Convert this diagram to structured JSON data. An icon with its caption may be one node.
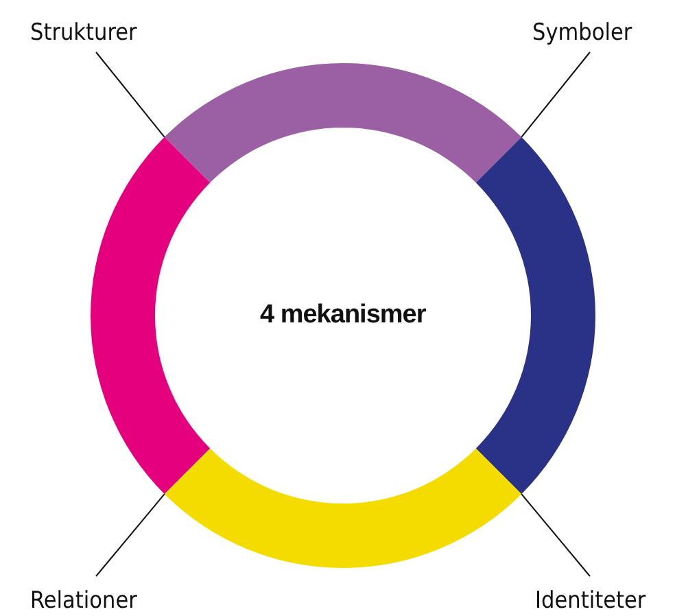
{
  "diagram": {
    "nodes": [
      {
        "text": [
          "Strukturer"
        ]
      },
      {
        "text": [
          "Symboler"
        ]
      },
      {
        "text": [],
        "shape": "arc"
      },
      {
        "text": [],
        "shape": "arc"
      },
      {
        "text": [],
        "shape": "arc"
      },
      {
        "text": [
          "4 mekanismer"
        ]
      },
      {
        "text": [],
        "shape": "arc"
      },
      {
        "text": [
          "Relationer"
        ]
      },
      {
        "text": [
          "Identiteter"
        ]
      }
    ],
    "edges": [
      {
        "from": 0,
        "to": 2,
        "arrow": "none"
      },
      {
        "from": 1,
        "to": 4,
        "arrow": "none"
      },
      {
        "from": 8,
        "to": 6,
        "arrow": "none"
      },
      {
        "from": 7,
        "to": 3,
        "arrow": "none"
      }
    ]
  }
}
